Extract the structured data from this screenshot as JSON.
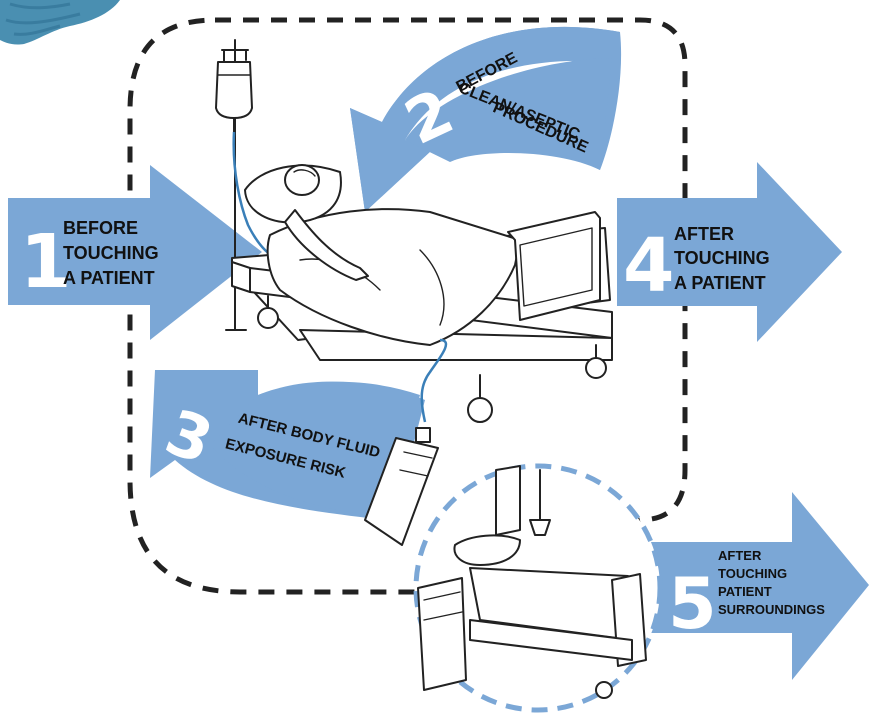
{
  "colors": {
    "arrow": "#7ba7d6",
    "corner_blob": "#4a8fb1",
    "dash": "#222222",
    "circle_dash": "#7ba7d6"
  },
  "moments": [
    {
      "number": "1",
      "lines": [
        "BEFORE",
        "TOUCHING",
        "A PATIENT"
      ]
    },
    {
      "number": "2",
      "lines": [
        "BEFORE",
        "CLEAN/ASEPTIC",
        "PROCEDURE"
      ]
    },
    {
      "number": "3",
      "lines": [
        "AFTER BODY FLUID",
        "EXPOSURE RISK"
      ]
    },
    {
      "number": "4",
      "lines": [
        "AFTER",
        "TOUCHING",
        "A PATIENT"
      ]
    },
    {
      "number": "5",
      "lines": [
        "AFTER",
        "TOUCHING",
        "PATIENT",
        "SURROUNDINGS"
      ]
    }
  ]
}
